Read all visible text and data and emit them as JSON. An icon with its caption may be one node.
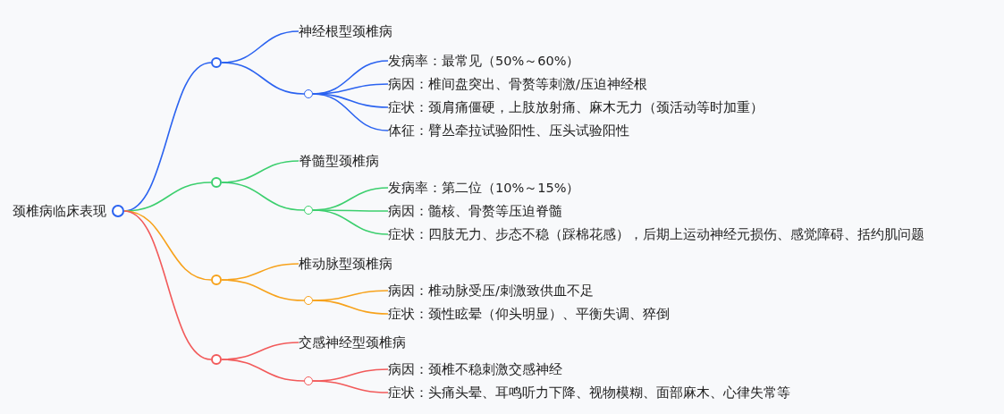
{
  "diagram": {
    "nodes": [
      {
        "text": [
          "颈椎病临床表现"
        ]
      },
      {
        "text": [],
        "shape": "circle"
      },
      {
        "text": [
          "神经根型颈椎病"
        ]
      },
      {
        "text": [],
        "shape": "circle"
      },
      {
        "text": [
          "发病率：最常见（50%～60%）"
        ]
      },
      {
        "text": [
          "病因：椎间盘突出、骨赘等刺激/压迫神经根"
        ]
      },
      {
        "text": [
          "症状：颈肩痛僵硬，上肢放射痛、麻木无力（颈活动等时加重）"
        ]
      },
      {
        "text": [
          "体征：臂丛牵拉试验阳性、压头试验阳性"
        ]
      },
      {
        "text": [],
        "shape": "circle"
      },
      {
        "text": [
          "脊髓型颈椎病"
        ]
      },
      {
        "text": [],
        "shape": "circle"
      },
      {
        "text": [
          "发病率：第二位（10%～15%）"
        ]
      },
      {
        "text": [
          "病因：髓核、骨赘等压迫脊髓"
        ]
      },
      {
        "text": [
          "症状：四肢无力、步态不稳（踩棉花感），后期上运动神经元损伤、感觉障碍、括约肌问题"
        ]
      },
      {
        "text": [],
        "shape": "circle"
      },
      {
        "text": [
          "椎动脉型颈椎病"
        ]
      },
      {
        "text": [],
        "shape": "circle"
      },
      {
        "text": [
          "病因：椎动脉受压/刺激致供血不足"
        ]
      },
      {
        "text": [
          "症状：颈性眩晕（仰头明显）、平衡失调、猝倒"
        ]
      },
      {
        "text": [],
        "shape": "circle"
      },
      {
        "text": [
          "交感神经型颈椎病"
        ]
      },
      {
        "text": [],
        "shape": "circle"
      },
      {
        "text": [
          "病因：颈椎不稳刺激交感神经"
        ]
      },
      {
        "text": [
          "症状：头痛头晕、耳鸣听力下降、视物模糊、面部麻木、心律失常等"
        ]
      }
    ],
    "edges": [
      {
        "from": 0,
        "to": 1,
        "arrow": "none",
        "color": "#2b63f0"
      },
      {
        "from": 1,
        "to": 2,
        "arrow": "none",
        "color": "#2b63f0"
      },
      {
        "from": 1,
        "to": 3,
        "arrow": "none",
        "color": "#2b63f0"
      },
      {
        "from": 3,
        "to": 4,
        "arrow": "none",
        "color": "#2b63f0"
      },
      {
        "from": 3,
        "to": 5,
        "arrow": "none",
        "color": "#2b63f0"
      },
      {
        "from": 3,
        "to": 6,
        "arrow": "none",
        "color": "#2b63f0"
      },
      {
        "from": 3,
        "to": 7,
        "arrow": "none",
        "color": "#2b63f0"
      },
      {
        "from": 0,
        "to": 8,
        "arrow": "none",
        "color": "#3ccf6e"
      },
      {
        "from": 8,
        "to": 9,
        "arrow": "none",
        "color": "#3ccf6e"
      },
      {
        "from": 8,
        "to": 10,
        "arrow": "none",
        "color": "#3ccf6e"
      },
      {
        "from": 10,
        "to": 11,
        "arrow": "none",
        "color": "#3ccf6e"
      },
      {
        "from": 10,
        "to": 12,
        "arrow": "none",
        "color": "#3ccf6e"
      },
      {
        "from": 10,
        "to": 13,
        "arrow": "none",
        "color": "#3ccf6e"
      },
      {
        "from": 0,
        "to": 14,
        "arrow": "none",
        "color": "#f7a21b"
      },
      {
        "from": 14,
        "to": 15,
        "arrow": "none",
        "color": "#f7a21b"
      },
      {
        "from": 14,
        "to": 16,
        "arrow": "none",
        "color": "#f7a21b"
      },
      {
        "from": 16,
        "to": 17,
        "arrow": "none",
        "color": "#f7a21b"
      },
      {
        "from": 16,
        "to": 18,
        "arrow": "none",
        "color": "#f7a21b"
      },
      {
        "from": 0,
        "to": 19,
        "arrow": "none",
        "color": "#f25a5a"
      },
      {
        "from": 19,
        "to": 20,
        "arrow": "none",
        "color": "#f25a5a"
      },
      {
        "from": 19,
        "to": 21,
        "arrow": "none",
        "color": "#f25a5a"
      },
      {
        "from": 21,
        "to": 22,
        "arrow": "none",
        "color": "#f25a5a"
      },
      {
        "from": 21,
        "to": 23,
        "arrow": "none",
        "color": "#f25a5a"
      }
    ]
  }
}
